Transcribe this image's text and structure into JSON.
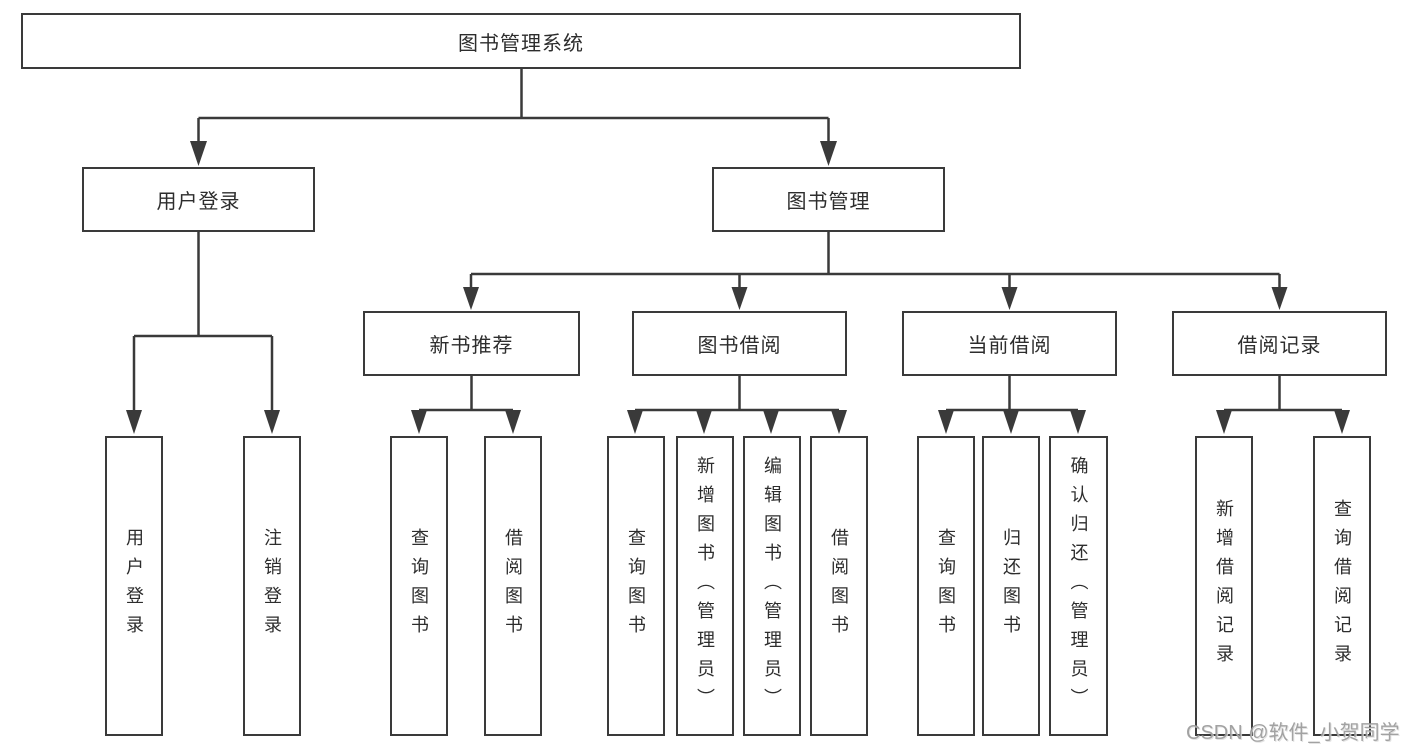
{
  "diagram": {
    "root": {
      "label": "图书管理系统"
    },
    "branches": [
      {
        "label": "用户登录",
        "children": [
          "用户登录",
          "注销登录"
        ]
      },
      {
        "label": "图书管理",
        "children": [
          {
            "label": "新书推荐",
            "children": [
              "查询图书",
              "借阅图书"
            ]
          },
          {
            "label": "图书借阅",
            "children": [
              "查询图书",
              "新增图书（管理员）",
              "编辑图书（管理员）",
              "借阅图书"
            ]
          },
          {
            "label": "当前借阅",
            "children": [
              "查询图书",
              "归还图书",
              "确认归还（管理员）"
            ]
          },
          {
            "label": "借阅记录",
            "children": [
              "新增借阅记录",
              "查询借阅记录"
            ]
          }
        ]
      }
    ],
    "watermark": "CSDN @软件_小贺同学",
    "colors": {
      "line": "#3a3a3a",
      "text": "#2d2d2d",
      "background": "#ffffff",
      "watermark": "#9b9b9b"
    }
  }
}
